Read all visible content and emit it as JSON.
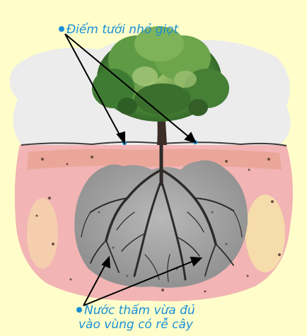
{
  "labels": {
    "drip_point": "Điểm tưới nhỏ giọt",
    "water_line1": "Nước thấm vừa đủ",
    "water_line2": "vào vùng có rễ cây"
  },
  "colors": {
    "label_text": "#1a8fd6",
    "background": "#fffeca",
    "sky": "#eeeeee",
    "soil_pink": "#f2b4b4",
    "wet_zone": "#9b9b9b",
    "foliage": "#4f8f3b",
    "roots": "#2e2a28"
  }
}
